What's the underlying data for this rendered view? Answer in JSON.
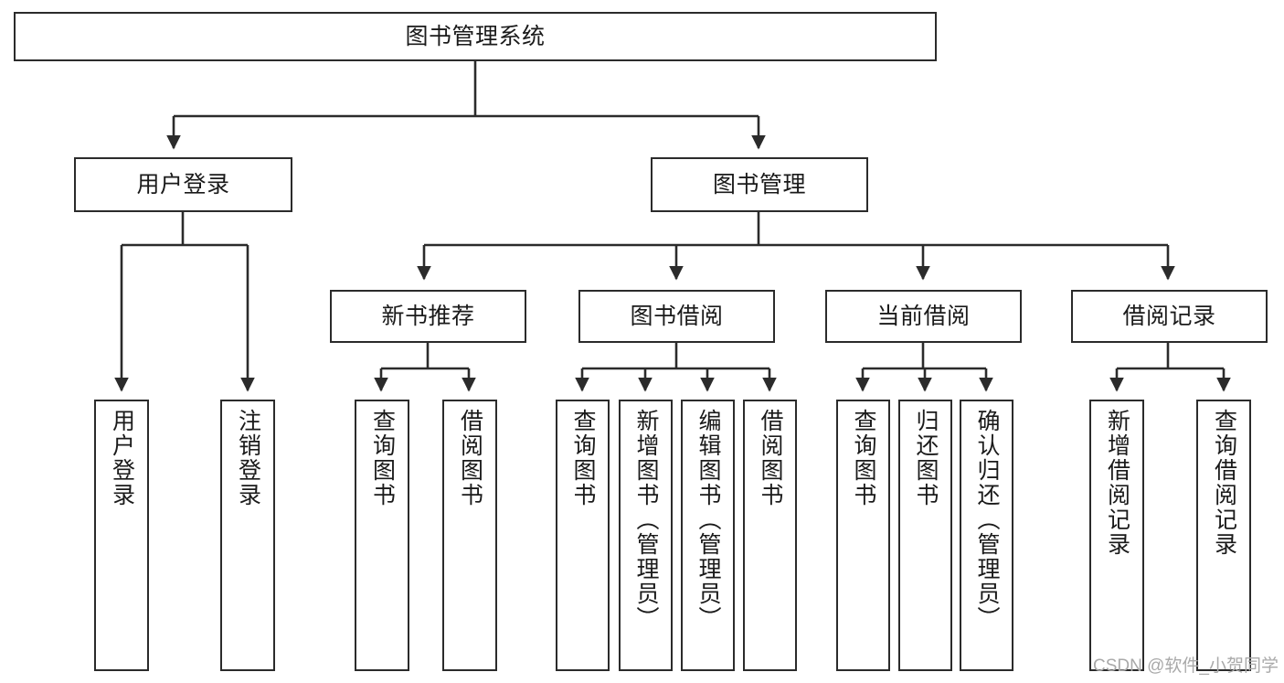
{
  "diagram": {
    "type": "tree-hierarchy",
    "orientation": "top-down",
    "root": {
      "id": "root",
      "label": "图书管理系统"
    },
    "level1": [
      {
        "id": "user-login",
        "label": "用户登录"
      },
      {
        "id": "book-management",
        "label": "图书管理"
      }
    ],
    "level2": [
      {
        "id": "new-book-recommend",
        "label": "新书推荐",
        "parent": "book-management"
      },
      {
        "id": "book-borrow",
        "label": "图书借阅",
        "parent": "book-management"
      },
      {
        "id": "current-borrow",
        "label": "当前借阅",
        "parent": "book-management"
      },
      {
        "id": "borrow-record",
        "label": "借阅记录",
        "parent": "book-management"
      }
    ],
    "leaves": [
      {
        "id": "leaf-user-login",
        "label": "用户登录",
        "parent": "user-login"
      },
      {
        "id": "leaf-logout-login",
        "label": "注销登录",
        "parent": "user-login"
      },
      {
        "id": "leaf-query-book-1",
        "label": "查询图书",
        "parent": "new-book-recommend"
      },
      {
        "id": "leaf-borrow-book-1",
        "label": "借阅图书",
        "parent": "new-book-recommend"
      },
      {
        "id": "leaf-query-book-2",
        "label": "查询图书",
        "parent": "book-borrow"
      },
      {
        "id": "leaf-add-book",
        "label": "新增图书（管理员）",
        "parent": "book-borrow"
      },
      {
        "id": "leaf-edit-book",
        "label": "编辑图书（管理员）",
        "parent": "book-borrow"
      },
      {
        "id": "leaf-borrow-book-2",
        "label": "借阅图书",
        "parent": "book-borrow"
      },
      {
        "id": "leaf-query-book-3",
        "label": "查询图书",
        "parent": "current-borrow"
      },
      {
        "id": "leaf-return-book",
        "label": "归还图书",
        "parent": "current-borrow"
      },
      {
        "id": "leaf-confirm-return",
        "label": "确认归还（管理员）",
        "parent": "current-borrow"
      },
      {
        "id": "leaf-add-record",
        "label": "新增借阅记录",
        "parent": "borrow-record"
      },
      {
        "id": "leaf-query-record",
        "label": "查询借阅记录",
        "parent": "borrow-record"
      }
    ],
    "colors": {
      "node_border": "#2b2b2b",
      "node_fill": "#ffffff",
      "edge": "#2b2b2b",
      "text": "#1a1a1a",
      "watermark": "#a9a9a9",
      "background": "#ffffff"
    }
  },
  "watermark": {
    "text": "CSDN @软件_小贺同学"
  }
}
